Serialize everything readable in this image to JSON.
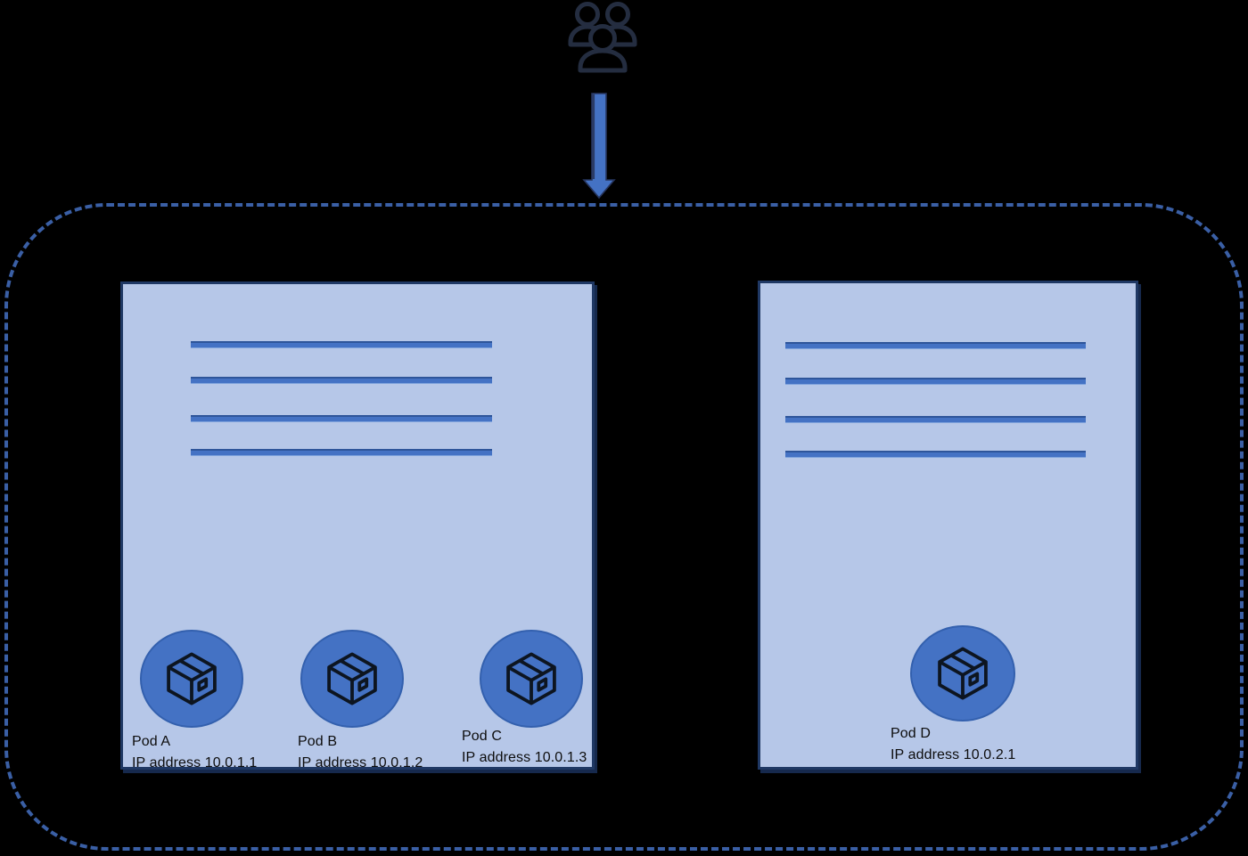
{
  "diagram": {
    "type": "kubernetes-cluster-pods-diagram",
    "colors": {
      "background": "#000000",
      "cluster_border": "#3A5FA5",
      "node_fill": "#B6C7E8",
      "node_border": "#1F3864",
      "placeholder_line": "#4472C4",
      "pod_circle_fill": "#4472C4",
      "arrow_fill": "#4472C4",
      "users_icon_stroke": "#242D40",
      "label_text": "#0d0d0d"
    },
    "icons": {
      "users": "users-icon",
      "arrow": "down-arrow-icon",
      "pod": "package-box-icon"
    },
    "nodes": [
      {
        "placeholder_line_count": 4,
        "pods": [
          {
            "name": "Pod A",
            "ip": "IP address 10.0.1.1"
          },
          {
            "name": "Pod B",
            "ip": "IP address 10.0.1.2"
          },
          {
            "name": "Pod C",
            "ip": "IP address 10.0.1.3"
          }
        ]
      },
      {
        "placeholder_line_count": 4,
        "pods": [
          {
            "name": "Pod D",
            "ip": "IP address 10.0.2.1"
          }
        ]
      }
    ]
  }
}
